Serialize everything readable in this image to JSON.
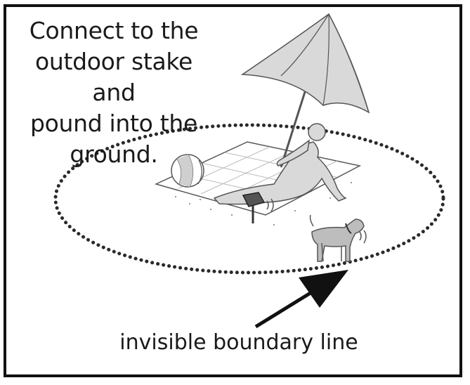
{
  "instruction": {
    "lines": [
      "Connect to the",
      "outdoor stake and",
      "pound into the",
      "ground."
    ]
  },
  "boundary_label": "invisible boundary line",
  "colors": {
    "frame": "#111111",
    "dots": "#2a2a2a",
    "illustration_fill": "#d9d9d9",
    "illustration_line": "#555555",
    "arrow": "#111111"
  }
}
